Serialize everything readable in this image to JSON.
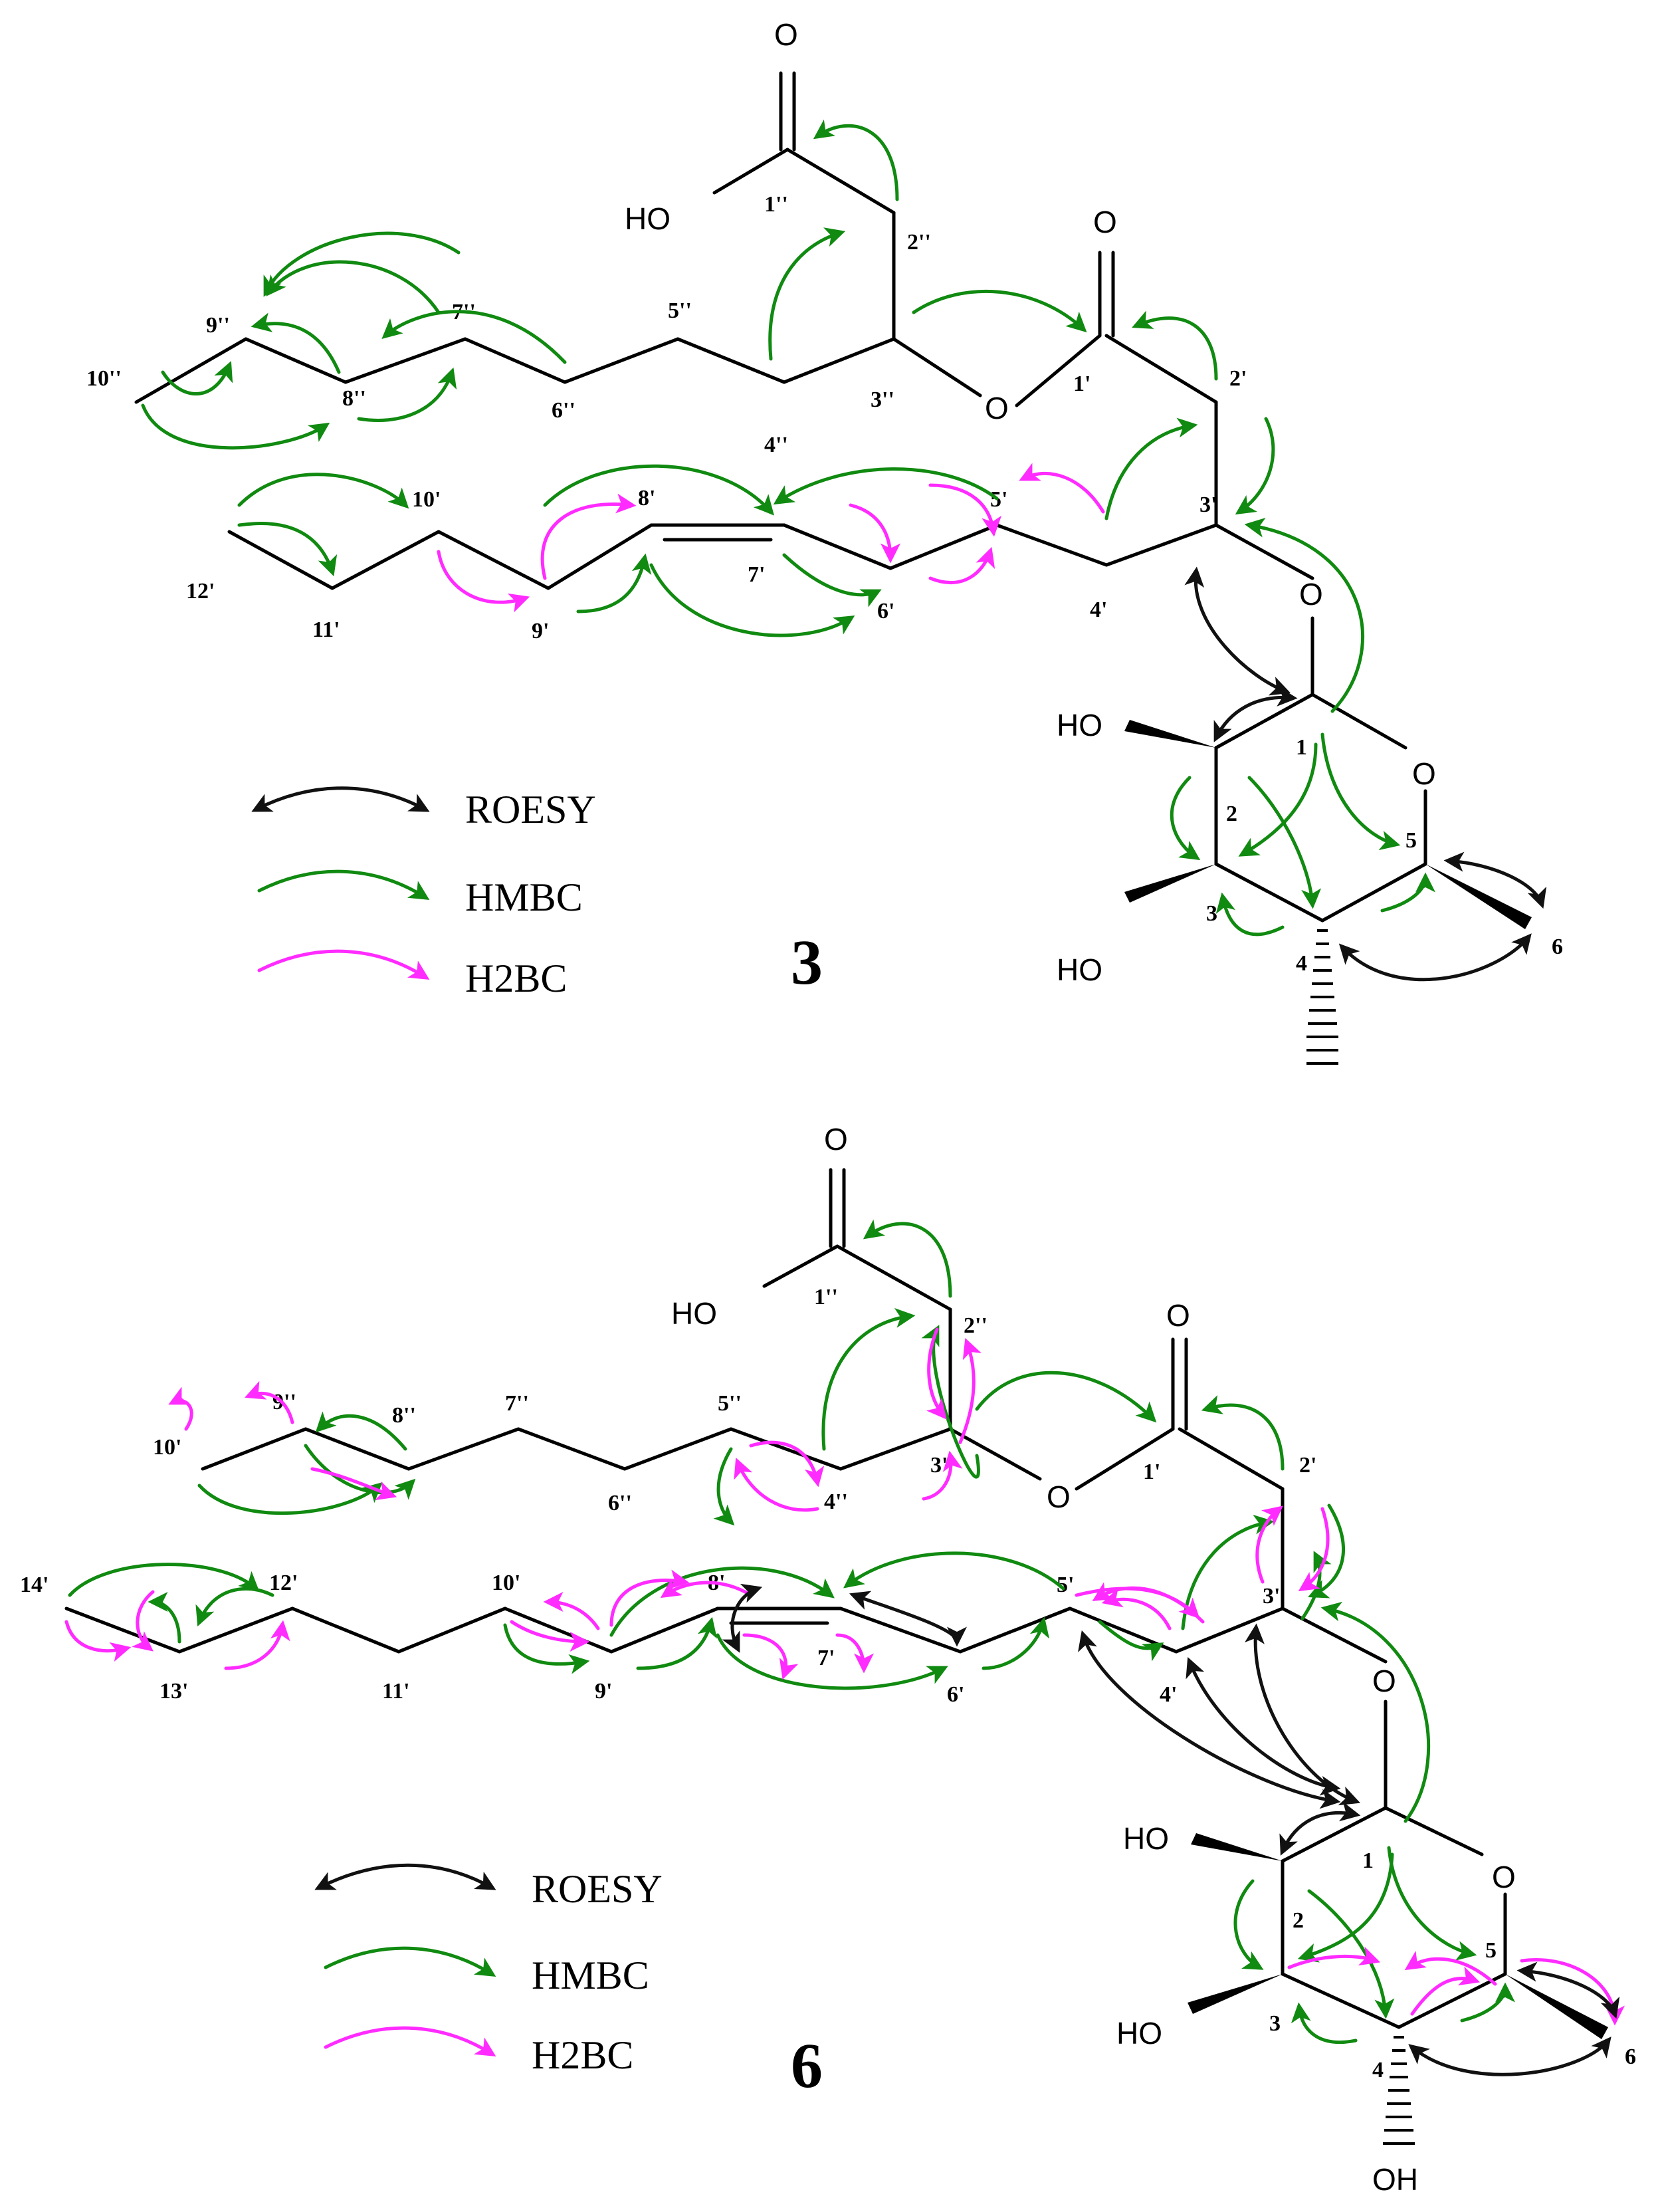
{
  "colors": {
    "roesy": "#111111",
    "hmbc": "#108a10",
    "h2bc": "#ff2bff",
    "bond": "#000000"
  },
  "legend_items": [
    {
      "key": "roesy",
      "label": "ROESY"
    },
    {
      "key": "hmbc",
      "label": "HMBC"
    },
    {
      "key": "h2bc",
      "label": "H2BC"
    }
  ],
  "compounds": [
    {
      "number": "3",
      "hetero": {
        "o_acid": "O",
        "ho_acid": "HO",
        "o_ester": "O",
        "o_link_ester": "O",
        "o_glyco": "O",
        "o_ring": "O",
        "ho_c2": "HO",
        "ho_c3": "HO"
      },
      "atoms": {
        "c1pp": "1''",
        "c2pp": "2''",
        "c3pp": "3''",
        "c4pp": "4''",
        "c5pp": "5''",
        "c6pp": "6''",
        "c7pp": "7''",
        "c8pp": "8''",
        "c9pp": "9''",
        "c10pp": "10''",
        "c1p": "1'",
        "c2p": "2'",
        "c3p": "3'",
        "c4p": "4'",
        "c5p": "5'",
        "c6p": "6'",
        "c7p": "7'",
        "c8p": "8'",
        "c9p": "9'",
        "c10p": "10'",
        "c11p": "11'",
        "c12p": "12'",
        "r1": "1",
        "r2": "2",
        "r3": "3",
        "r4": "4",
        "r5": "5",
        "r6": "6"
      }
    },
    {
      "number": "6",
      "hetero": {
        "o_acid": "O",
        "ho_acid": "HO",
        "o_ester": "O",
        "o_link_ester": "O",
        "o_glyco": "O",
        "o_ring": "O",
        "ho_c2": "HO",
        "ho_c3": "HO",
        "oh_c4": "OH"
      },
      "atoms": {
        "c1pp": "1''",
        "c2pp": "2''",
        "c3pp": "3''",
        "c4pp": "4''",
        "c5pp": "5''",
        "c6pp": "6''",
        "c7pp": "7''",
        "c8pp": "8''",
        "c9pp": "9''",
        "c10pp": "10'",
        "c1p": "1'",
        "c2p": "2'",
        "c3p": "3'",
        "c4p": "4'",
        "c5p": "5'",
        "c6p": "6'",
        "c7p": "7'",
        "c8p": "8'",
        "c9p": "9'",
        "c10p": "10'",
        "c11p": "11'",
        "c12p": "12'",
        "c13p": "13'",
        "c14p": "14'",
        "r1": "1",
        "r2": "2",
        "r3": "3",
        "r4": "4",
        "r5": "5",
        "r6": "6"
      }
    }
  ]
}
